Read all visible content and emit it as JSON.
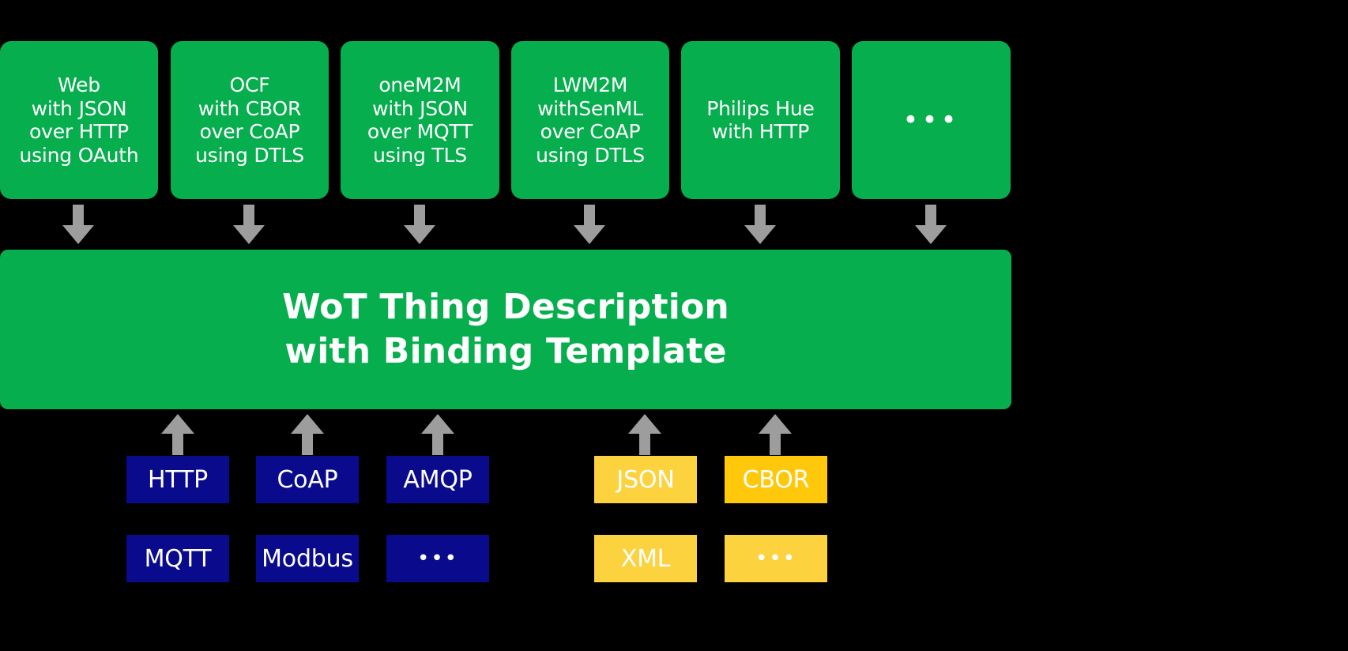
{
  "meta": {
    "title": "WoT Thing Description with Binding Template overview",
    "background": "#000000",
    "green": "#06AE4E",
    "blue": "#0A0A8C",
    "yellow": "#FDD23F",
    "yellow_strong": "#FFC80A",
    "arrow_gray": "#9D9D9D",
    "text_light": "#FFFFFF"
  },
  "top_row": {
    "cards": [
      {
        "name": "web",
        "text": "Web\nwith JSON\nover HTTP\nusing OAuth"
      },
      {
        "name": "ocf",
        "text": "OCF\nwith CBOR\nover CoAP\nusing DTLS"
      },
      {
        "name": "onem2m",
        "text": "oneM2M\nwith JSON\nover MQTT\nusing TLS"
      },
      {
        "name": "lwm2m",
        "text": "LWM2M\nwithSenML\nover CoAP\nusing DTLS"
      },
      {
        "name": "philips-hue",
        "text": "Philips Hue\nwith HTTP"
      },
      {
        "name": "more",
        "text": "•••"
      }
    ]
  },
  "banner": {
    "line1": "WoT Thing Description",
    "line2": "with Binding Template"
  },
  "bottom": {
    "protocols_row1": [
      {
        "name": "http",
        "label": "HTTP"
      },
      {
        "name": "coap",
        "label": "CoAP"
      },
      {
        "name": "amqp",
        "label": "AMQP"
      }
    ],
    "protocols_row2": [
      {
        "name": "mqtt",
        "label": "MQTT"
      },
      {
        "name": "modbus",
        "label": "Modbus"
      },
      {
        "name": "more",
        "label": "•••"
      }
    ],
    "formats_row1": [
      {
        "name": "json",
        "label": "JSON"
      },
      {
        "name": "cbor",
        "label": "CBOR"
      }
    ],
    "formats_row2": [
      {
        "name": "xml",
        "label": "XML"
      },
      {
        "name": "more",
        "label": "•••"
      }
    ]
  }
}
